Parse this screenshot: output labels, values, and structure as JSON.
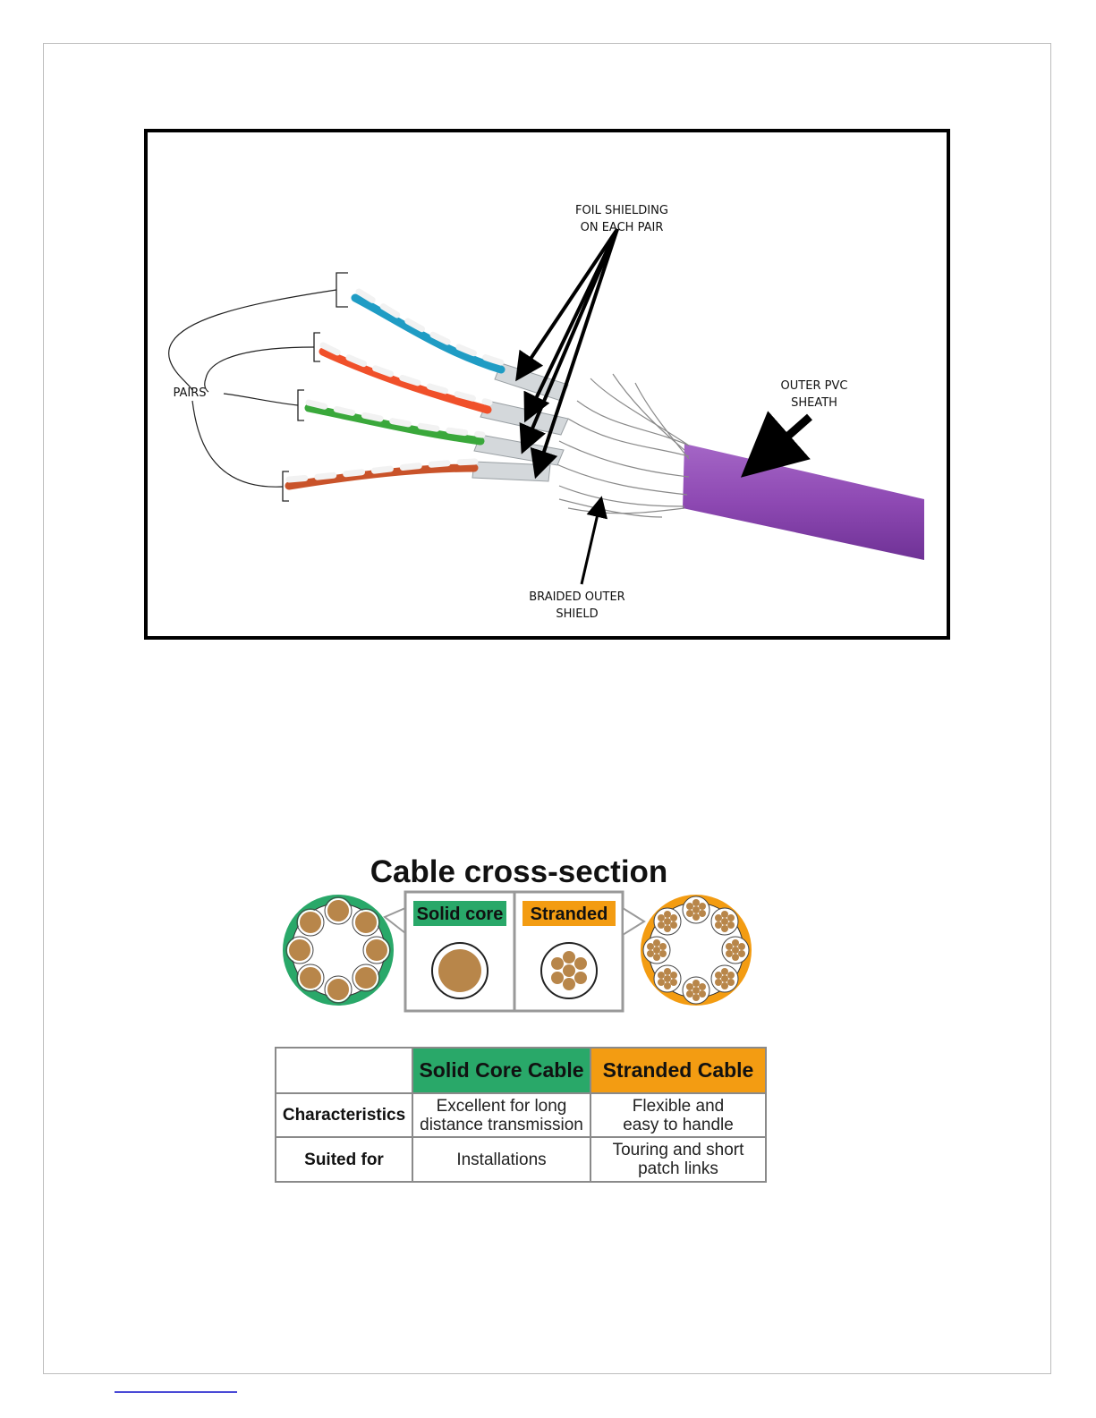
{
  "figure": {
    "callouts": {
      "foil": "FOIL SHIELDING\nON EACH PAIR",
      "pairs": "PAIRS",
      "sheath": "OUTER PVC\nSHEATH",
      "braided": "BRAIDED OUTER\nSHIELD"
    },
    "colors": {
      "sheath": "#8e49b3",
      "pair_blue": "#1f9cc4",
      "pair_red": "#f0502a",
      "pair_green": "#3aa83b",
      "pair_brown": "#c9532a",
      "foil": "#cfd3d6"
    }
  },
  "cross_section": {
    "title": "Cable cross-section",
    "solid_label": "Solid core",
    "stranded_label": "Stranded",
    "colors": {
      "solid": "#29a869",
      "stranded": "#f39c12",
      "copper": "#b8864a"
    }
  },
  "comparison_table": {
    "headers": [
      "",
      "Solid Core Cable",
      "Stranded Cable"
    ],
    "rows": [
      {
        "label": "Characteristics",
        "solid": "Excellent for long\ndistance transmission",
        "stranded": "Flexible and\neasy to handle"
      },
      {
        "label": "Suited for",
        "solid": "Installations",
        "stranded": "Touring and short\npatch links"
      }
    ]
  }
}
